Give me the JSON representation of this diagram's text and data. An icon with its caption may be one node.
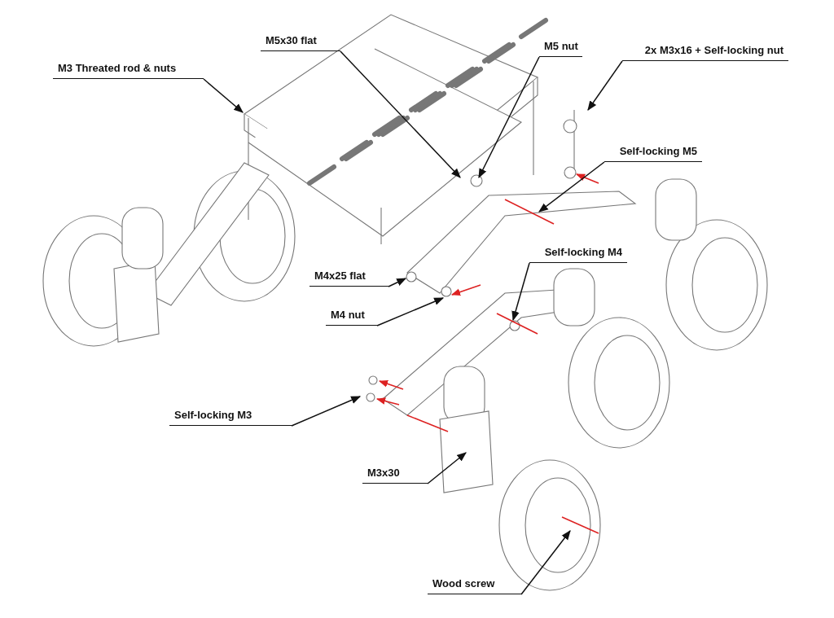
{
  "diagram": {
    "nodes": [
      {
        "text": [
          "M3 Threated rod & nuts"
        ]
      },
      {
        "text": [
          "M5x30 flat"
        ]
      },
      {
        "text": [
          "M5 nut"
        ]
      },
      {
        "text": [
          "2x M3x16 + Self-locking nut"
        ]
      },
      {
        "text": [
          "Self-locking M5"
        ]
      },
      {
        "text": [
          "Self-locking M4"
        ]
      },
      {
        "text": [
          "M4x25 flat"
        ]
      },
      {
        "text": [
          "M4 nut"
        ]
      },
      {
        "text": [
          "Self-locking M3"
        ]
      },
      {
        "text": [
          "M3x30"
        ]
      },
      {
        "text": [
          "Wood screw"
        ]
      }
    ],
    "edges": [
      {
        "from": 0,
        "to": null,
        "arrow": "to"
      },
      {
        "from": 1,
        "to": null,
        "arrow": "to"
      },
      {
        "from": 2,
        "to": null,
        "arrow": "to"
      },
      {
        "from": 3,
        "to": null,
        "arrow": "to"
      },
      {
        "from": 4,
        "to": null,
        "arrow": "to"
      },
      {
        "from": 5,
        "to": null,
        "arrow": "to"
      },
      {
        "from": 6,
        "to": null,
        "arrow": "to"
      },
      {
        "from": 7,
        "to": null,
        "arrow": "to"
      },
      {
        "from": 8,
        "to": null,
        "arrow": "to"
      },
      {
        "from": 9,
        "to": null,
        "arrow": "to"
      },
      {
        "from": 10,
        "to": null,
        "arrow": "to"
      }
    ]
  }
}
